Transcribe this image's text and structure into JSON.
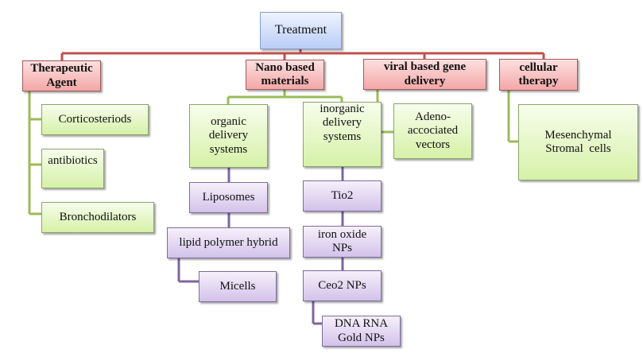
{
  "title": "Treatment hierarchy diagram",
  "colors": {
    "root_link": "#c0504d",
    "green_link": "#9bbb59",
    "purple_link": "#8064a2"
  },
  "root": {
    "label": "Treatment"
  },
  "categories": [
    {
      "id": "therapeutic",
      "label": "Therapeutic Agent"
    },
    {
      "id": "nano",
      "label": "Nano based materials"
    },
    {
      "id": "viral",
      "label": "viral based gene delivery"
    },
    {
      "id": "cellular",
      "label": "cellular therapy"
    }
  ],
  "therapeutic_items": [
    "Corticosteriods",
    "antibiotics",
    "Bronchodilators"
  ],
  "nano_groups": [
    {
      "label": "organic delivery systems",
      "items": [
        "Liposomes",
        "lipid polymer hybrid",
        "Micells"
      ]
    },
    {
      "label": "inorganic delivery systems",
      "items": [
        "Tio2",
        "iron oxide NPs",
        "Ceo2 NPs",
        "DNA RNA Gold NPs"
      ]
    }
  ],
  "viral_items": [
    "Adeno-accociated vectors"
  ],
  "cellular_items": [
    "Mesenchymal Stromal  cells"
  ]
}
